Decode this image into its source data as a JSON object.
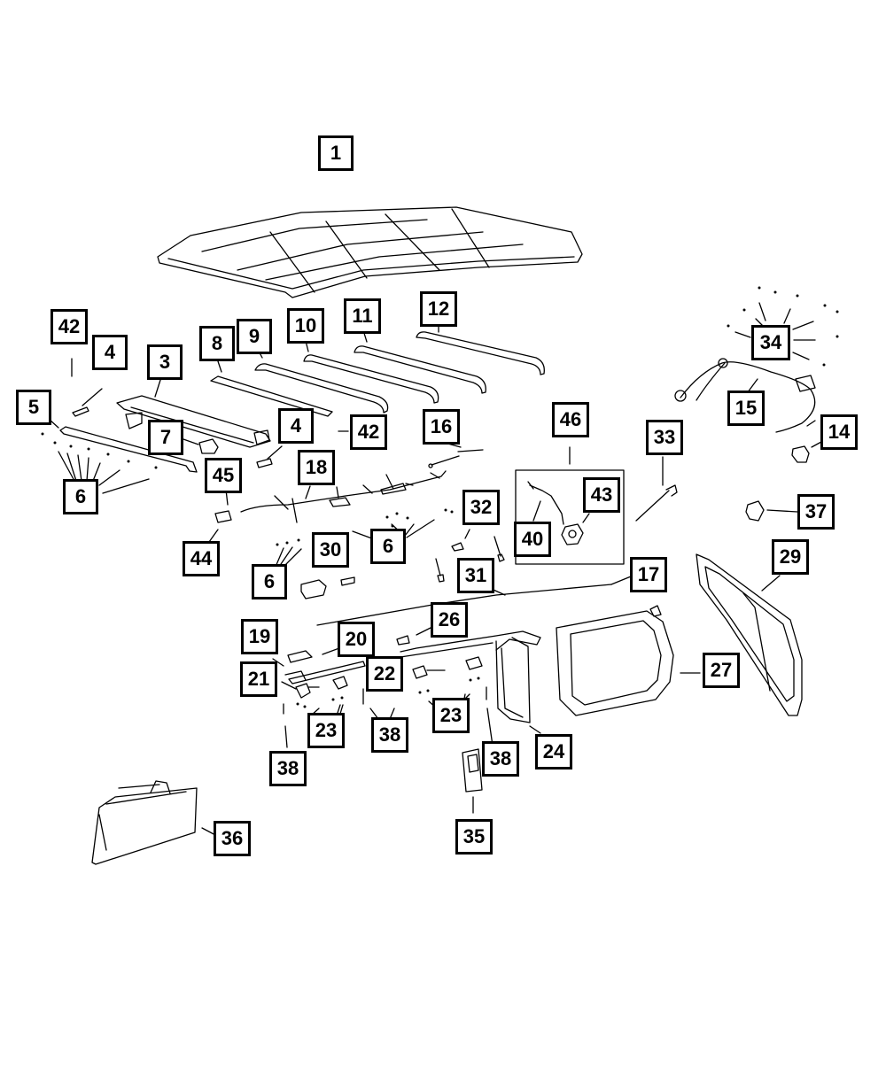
{
  "diagram": {
    "callouts": {
      "c1": "1",
      "c42a": "42",
      "c4a": "4",
      "c3": "3",
      "c8": "8",
      "c9": "9",
      "c10": "10",
      "c11": "11",
      "c12": "12",
      "c34": "34",
      "c5": "5",
      "c7": "7",
      "c4b": "4",
      "c42b": "42",
      "c16": "16",
      "c15": "15",
      "c46": "46",
      "c33": "33",
      "c14": "14",
      "c45": "45",
      "c18": "18",
      "c6a": "6",
      "c43": "43",
      "c32": "32",
      "c37": "37",
      "c44": "44",
      "c6b": "6",
      "c40": "40",
      "c30": "30",
      "c29": "29",
      "c6c": "6",
      "c31": "31",
      "c17": "17",
      "c26": "26",
      "c19": "19",
      "c20": "20",
      "c21": "21",
      "c22": "22",
      "c27": "27",
      "c23a": "23",
      "c38a": "38",
      "c23b": "23",
      "c24": "24",
      "c38b": "38",
      "c38c": "38",
      "c35": "35",
      "c36": "36"
    }
  }
}
